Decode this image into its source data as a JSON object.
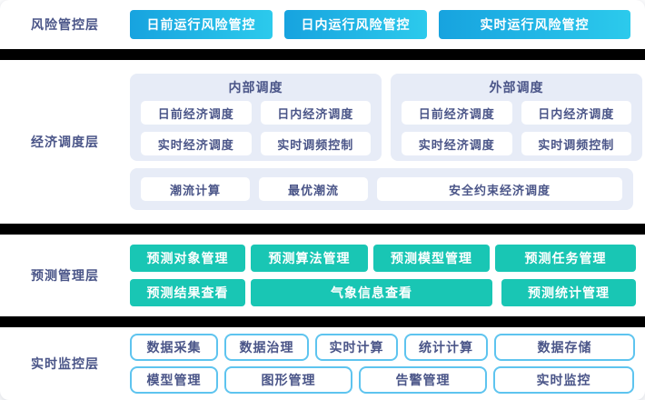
{
  "colors": {
    "label_text": "#4a5588",
    "risk_button_gradient_start": "#17a3df",
    "risk_button_gradient_end": "#2ccaec",
    "panel_background": "#e7ecf7",
    "teal_button": "#19c6b4",
    "monitor_button_border": "#5ec4ef",
    "divider": "#000000",
    "button_text_dark": "#4a5588",
    "button_text_light": "#ffffff"
  },
  "layers": {
    "risk": {
      "label": "风险管控层",
      "buttons": [
        "日前运行风险管控",
        "日内运行风险管控",
        "实时运行风险管控"
      ]
    },
    "economic": {
      "label": "经济调度层",
      "groups": [
        {
          "title": "内部调度",
          "buttons": [
            "日前经济调度",
            "日内经济调度",
            "实时经济调度",
            "实时调频控制"
          ]
        },
        {
          "title": "外部调度",
          "buttons": [
            "日前经济调度",
            "日内经济调度",
            "实时经济调度",
            "实时调频控制"
          ]
        }
      ],
      "bottom_buttons": [
        "潮流计算",
        "最优潮流",
        "安全约束经济调度"
      ]
    },
    "forecast": {
      "label": "预测管理层",
      "row1": [
        "预测对象管理",
        "预测算法管理",
        "预测模型管理",
        "预测任务管理"
      ],
      "row2": [
        "预测结果查看",
        "气象信息查看",
        "预测统计管理"
      ]
    },
    "monitor": {
      "label": "实时监控层",
      "row1": [
        "数据采集",
        "数据治理",
        "实时计算",
        "统计计算",
        "数据存储"
      ],
      "row2": [
        "模型管理",
        "图形管理",
        "告警管理",
        "实时监控"
      ]
    }
  }
}
